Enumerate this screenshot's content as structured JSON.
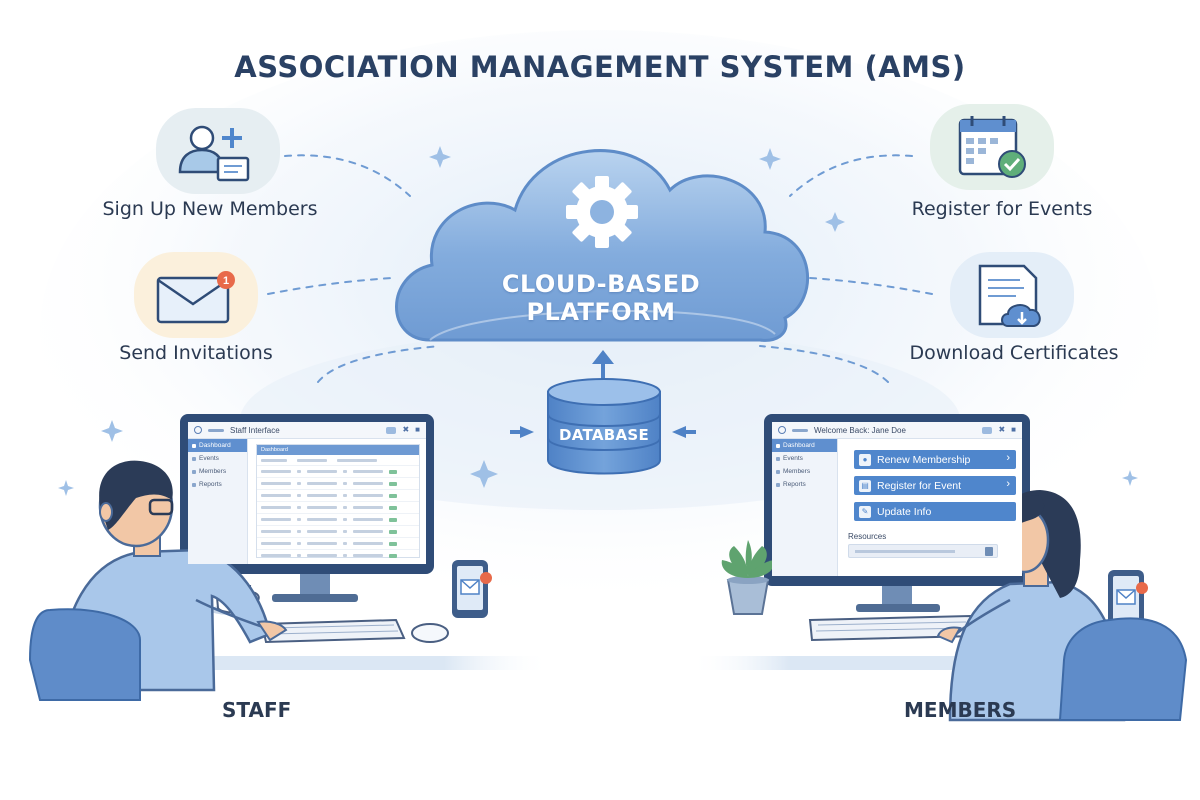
{
  "title": "ASSOCIATION MANAGEMENT SYSTEM (AMS)",
  "features": {
    "sign_up": "Sign Up New Members",
    "send_invitations": "Send Invitations",
    "register_events": "Register for Events",
    "download_certificates": "Download Certificates"
  },
  "cloud": {
    "line1": "CLOUD-BASED",
    "line2": "PLATFORM"
  },
  "database": {
    "label": "DATABASE"
  },
  "roles": {
    "staff": "STAFF",
    "members": "MEMBERS"
  },
  "staff_screen": {
    "title": "Staff Interface",
    "sidebar": [
      "Dashboard",
      "Events",
      "Members",
      "Reports"
    ],
    "table_header": "Dashboard"
  },
  "member_screen": {
    "welcome": "Welcome Back: Jane Doe",
    "sidebar": [
      "Dashboard",
      "Events",
      "Members",
      "Reports"
    ],
    "buttons": [
      "Renew Membership",
      "Register for Event",
      "Update Info"
    ],
    "resources_label": "Resources"
  },
  "colors": {
    "brand": "#4f86cc",
    "cloud_blue": "#7fa9dc",
    "title": "#2a4164"
  }
}
